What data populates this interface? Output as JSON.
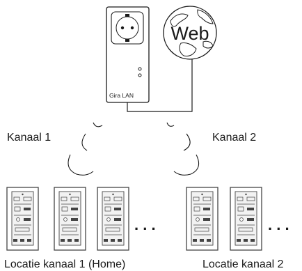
{
  "adapter": {
    "label": "Gira LAN"
  },
  "internet": {
    "label": "Web"
  },
  "channels": [
    {
      "label": "Kanaal 1"
    },
    {
      "label": "Kanaal 2"
    }
  ],
  "locations": [
    {
      "label": "Locatie kanaal 1 (Home)",
      "device_count": 3,
      "more_indicator": ". . ."
    },
    {
      "label": "Locatie kanaal 2",
      "device_count": 2,
      "more_indicator": ". . ."
    }
  ],
  "colors": {
    "line": "#1a1a1a",
    "device_frame": "#444444",
    "screen_fill": "#f2f2f2",
    "signal_arc": "#1a1a1a"
  }
}
